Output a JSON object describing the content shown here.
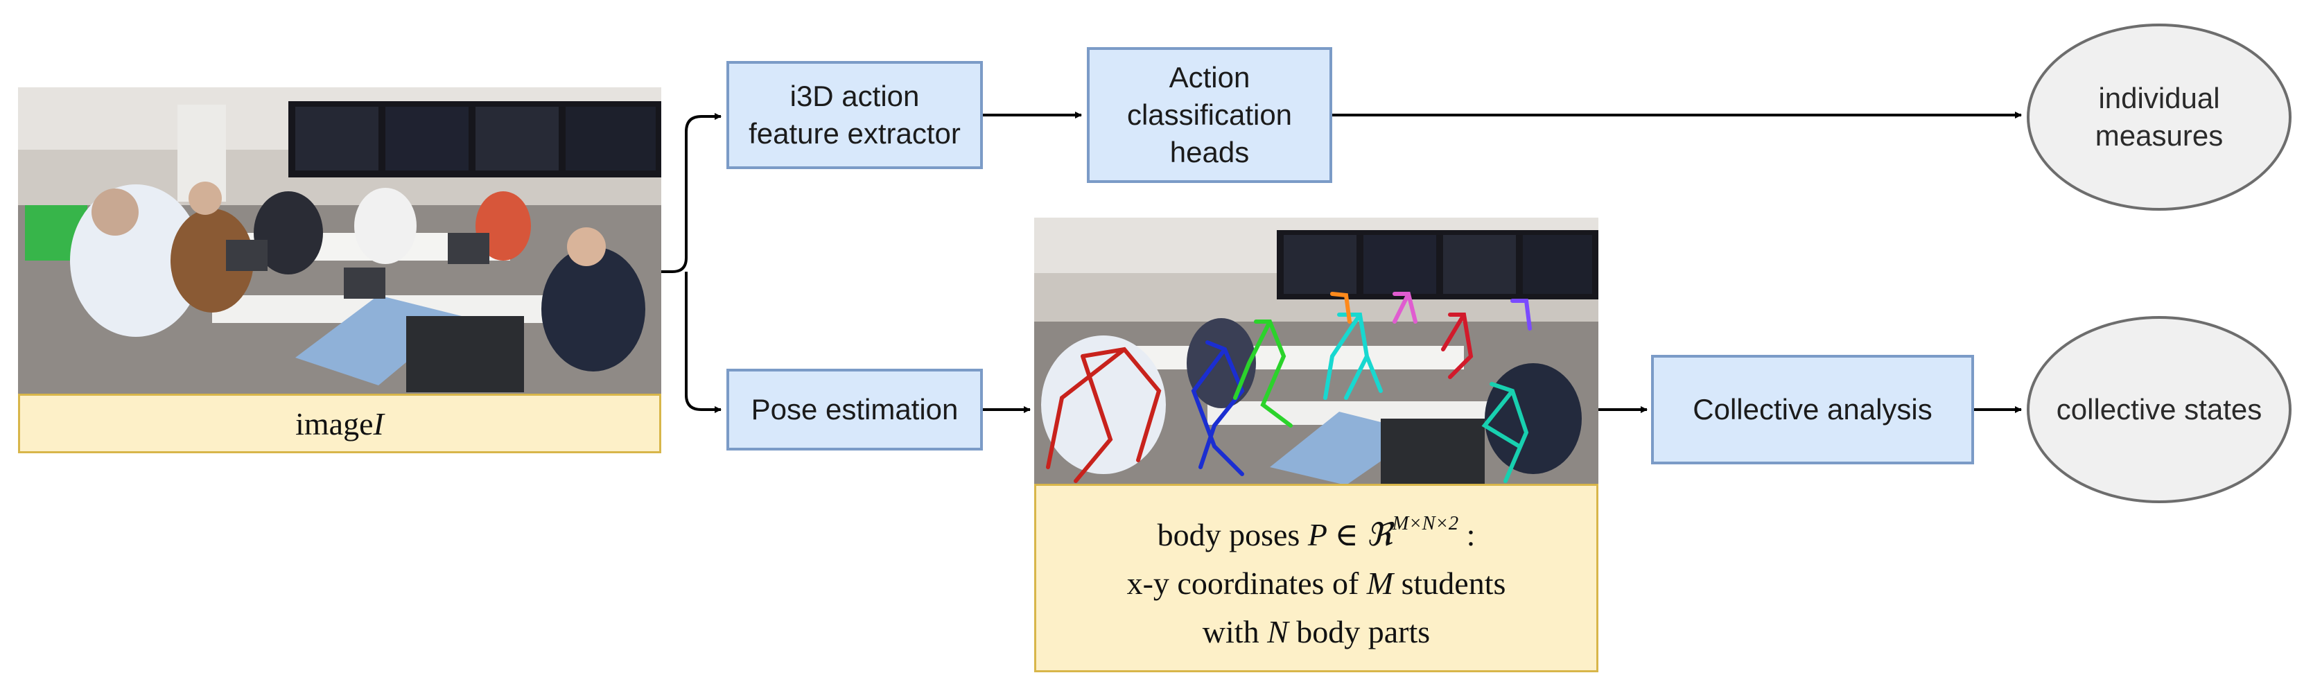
{
  "input": {
    "caption_text": "image ",
    "caption_symbol": "I"
  },
  "boxes": {
    "i3d": "i3D action\nfeature extractor",
    "action_heads": "Action\nclassification\nheads",
    "pose_estimation": "Pose estimation",
    "collective_analysis": "Collective analysis"
  },
  "poses": {
    "line1_prefix": "body poses ",
    "line1_math": "P ∈ ℜ",
    "line1_sup": "M×N×2",
    "line1_suffix": " :",
    "line2_prefix": "x-y coordinates of ",
    "line2_math": "M",
    "line2_suffix": " students",
    "line3_prefix": "with ",
    "line3_math": "N",
    "line3_suffix": " body parts"
  },
  "outputs": {
    "individual": "individual\nmeasures",
    "collective": "collective states"
  },
  "colors": {
    "process_fill": "#d8e8fb",
    "process_border": "#7b9bc7",
    "caption_fill": "#fdf0c8",
    "caption_border": "#d8b64a",
    "output_fill": "#f0f0f0",
    "output_border": "#6d6d6d",
    "arrow": "#000000"
  }
}
